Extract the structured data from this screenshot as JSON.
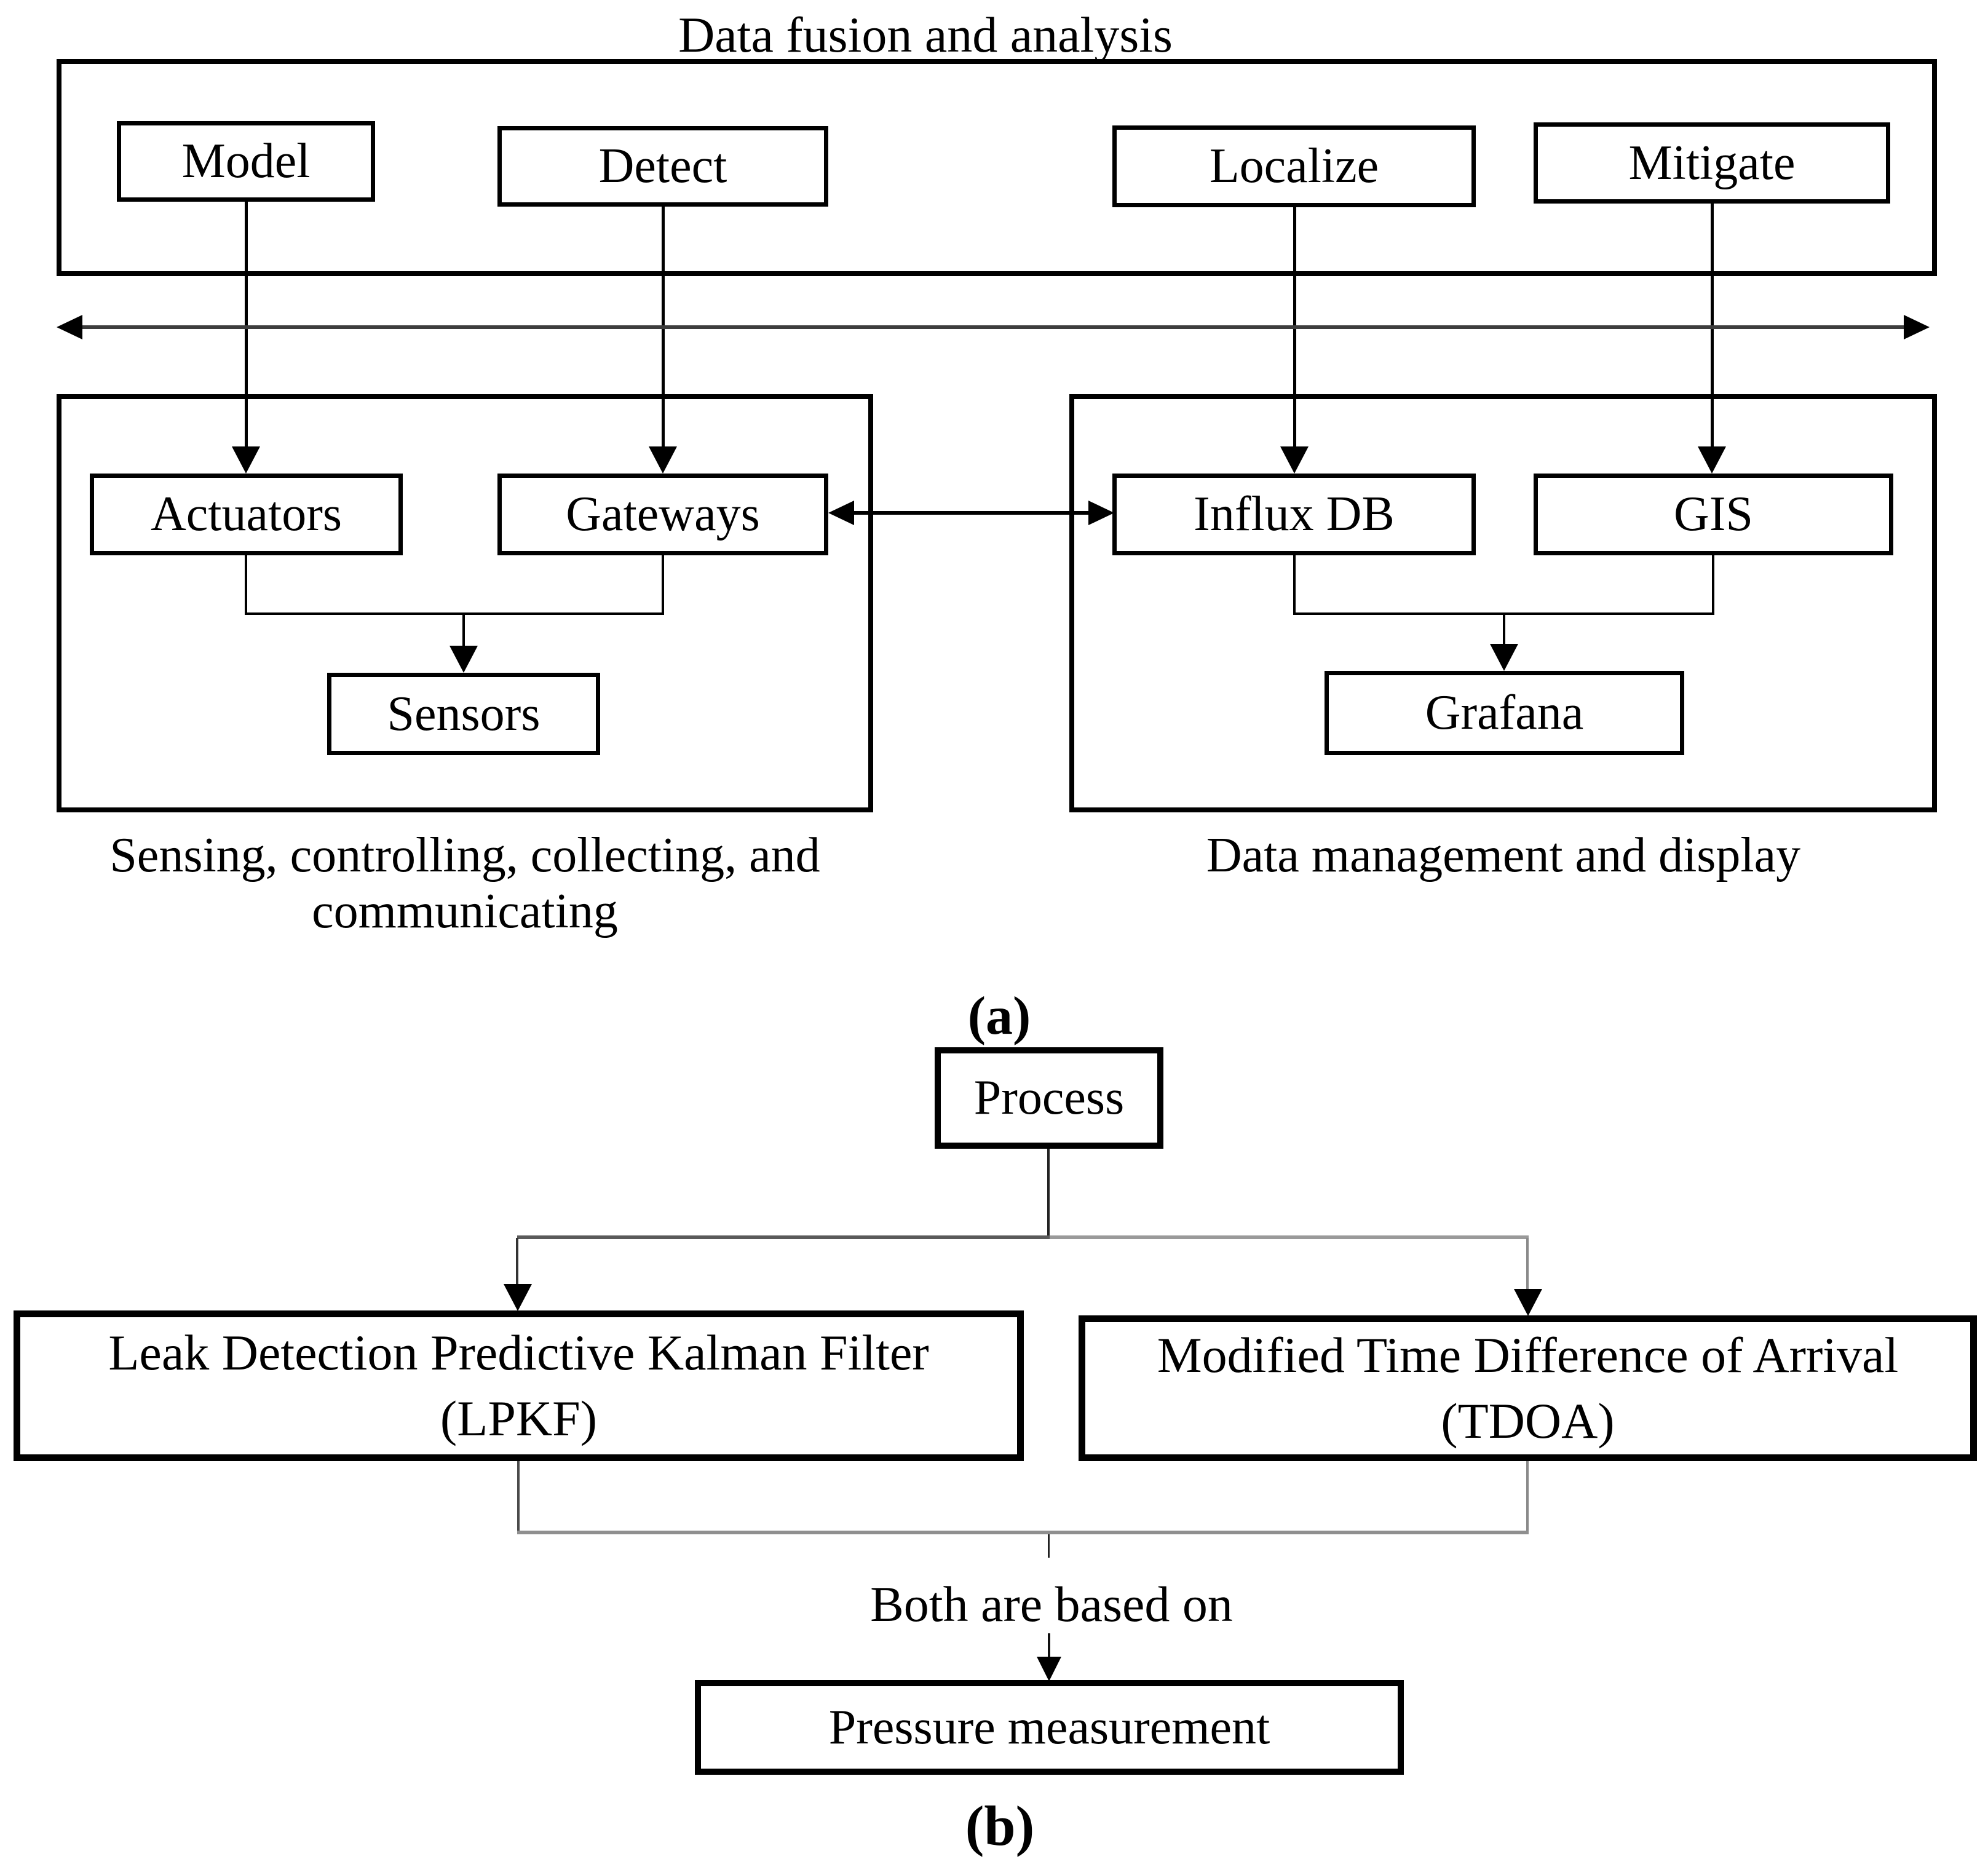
{
  "a": {
    "title": "Data fusion and analysis",
    "boxes": {
      "model": "Model",
      "detect": "Detect",
      "localize": "Localize",
      "mitigate": "Mitigate",
      "actuators": "Actuators",
      "gateways": "Gateways",
      "sensors": "Sensors",
      "influxdb": "Influx DB",
      "gis": "GIS",
      "grafana": "Grafana"
    },
    "left_caption_line1": "Sensing, controlling, collecting, and",
    "left_caption_line2": "communicating",
    "right_caption": "Data management and display",
    "label": "(a)"
  },
  "b": {
    "process": "Process",
    "lpkf_line1": "Leak Detection Predictive Kalman Filter",
    "lpkf_line2": "(LPKF)",
    "tdoa_line1": "Modified Time Difference of Arrival",
    "tdoa_line2": "(TDOA)",
    "both_text": "Both are based on",
    "pressure": "Pressure measurement",
    "label": "(b)"
  }
}
